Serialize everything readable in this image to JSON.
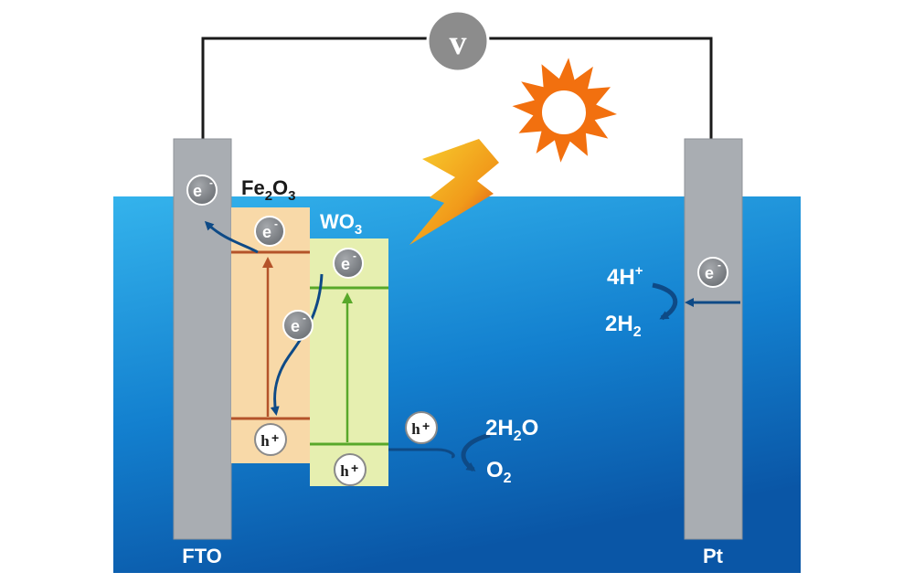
{
  "circuit": {
    "meter_symbol": "v"
  },
  "electrodes": {
    "left_label": "FTO",
    "right_label": "Pt"
  },
  "materials": {
    "fe2o3": {
      "base": "Fe",
      "sub1": "2",
      "mid": "O",
      "sub2": "3"
    },
    "wo3": {
      "base": "WO",
      "sub": "3"
    }
  },
  "carriers": {
    "electron": "e",
    "electron_sup": "-",
    "hole": "h",
    "hole_sup": "+"
  },
  "reactions": {
    "anode_reactant": {
      "pre": "2H",
      "sub": "2",
      "post": "O"
    },
    "anode_product": {
      "base": "O",
      "sub": "2"
    },
    "cathode_reactant": {
      "base": "4H",
      "sup": "+"
    },
    "cathode_product": {
      "base": "2H",
      "sub": "2"
    }
  },
  "colors": {
    "electrolyte_top": "#2fa8e6",
    "electrolyte_bottom": "#0a5fae",
    "electrode": "#a9adb2",
    "fe2o3_band": "#f8d9a8",
    "wo3_band": "#e6efb0",
    "fe2o3_level": "#b4532a",
    "wo3_level": "#58a82a",
    "arrow": "#0e4a86",
    "sun": "#f2700f",
    "lightning": "#f2b01e",
    "electron_ball": "#7e8287",
    "hole_ball": "#ffffff",
    "meter": "#8c8c8c"
  }
}
